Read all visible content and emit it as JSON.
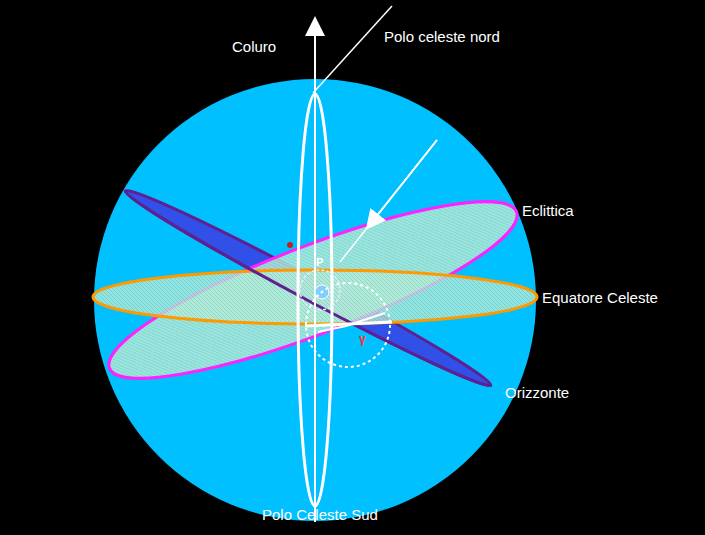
{
  "diagram": {
    "labels": [
      "Polo celeste nord",
      "Coluro",
      "Eclittica",
      "Equatore Celeste",
      "Orizzonte",
      "Polo Celeste Sud",
      "P",
      "γ"
    ]
  }
}
